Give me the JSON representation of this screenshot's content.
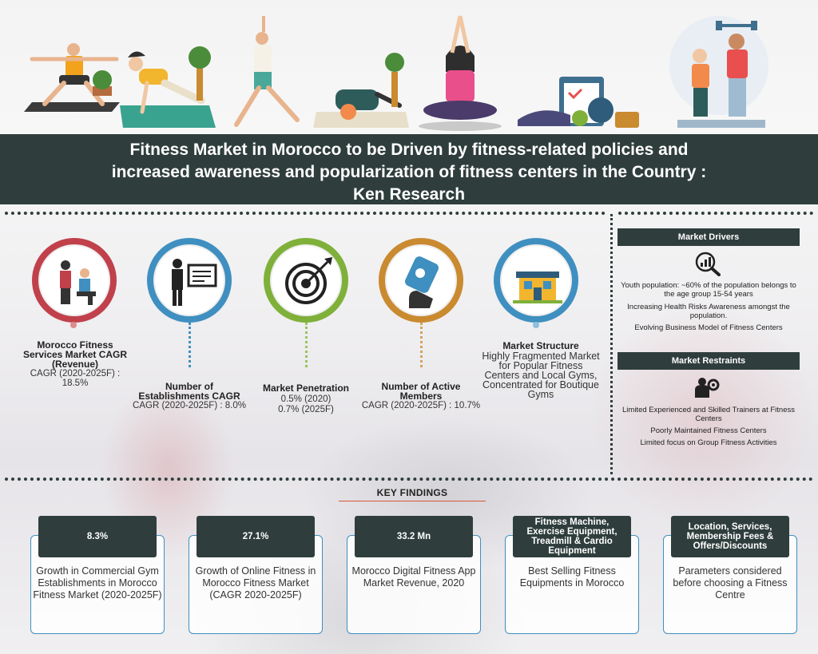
{
  "title": {
    "line1": "Fitness Market in Morocco to be Driven by fitness-related policies and",
    "line2": "increased awareness and popularization of fitness centers in the Country :",
    "line3": "Ken Research"
  },
  "stats": [
    {
      "title": "Morocco Fitness Services Market CAGR (Revenue)",
      "sub": "CAGR (2020-2025F) : 18.5%",
      "icon": "trainer-icon",
      "color": "#c0414b"
    },
    {
      "title": "Number of Establishments CAGR",
      "sub": "CAGR (2020-2025F) : 8.0%",
      "icon": "presentation-icon",
      "color": "#3f8fc0"
    },
    {
      "title": "Market Penetration",
      "sub1": "0.5% (2020)",
      "sub2": "0.7% (2025F)",
      "icon": "target-icon",
      "color": "#7fb03a"
    },
    {
      "title": "Number of Active Members",
      "sub": "CAGR (2020-2025F) : 10.7%",
      "icon": "member-card-icon",
      "color": "#c98a30"
    },
    {
      "title": "Market Structure",
      "sub": "Highly Fragmented Market for Popular Fitness Centers and Local Gyms, Concentrated for Boutique Gyms",
      "icon": "building-icon",
      "color": "#3f8fc0"
    }
  ],
  "drivers": {
    "heading": "Market Drivers",
    "icon": "magnifier-chart-icon",
    "items": [
      "Youth population: ~60% of the population belongs to the age group 15-54 years",
      "Increasing Health Risks Awareness amongst the population.",
      "Evolving Business Model of Fitness Centers"
    ]
  },
  "restraints": {
    "heading": "Market Restraints",
    "icon": "person-gear-icon",
    "items": [
      "Limited Experienced and Skilled Trainers at Fitness Centers",
      "Poorly Maintained Fitness Centers",
      "Limited focus on Group Fitness Activities"
    ]
  },
  "key_findings": {
    "heading": "KEY FINDINGS",
    "cards": [
      {
        "head": "8.3%",
        "body": "Growth in Commercial Gym Establishments in Morocco Fitness Market (2020-2025F)"
      },
      {
        "head": "27.1%",
        "body": "Growth of Online Fitness in Morocco Fitness Market (CAGR 2020-2025F)"
      },
      {
        "head": "33.2 Mn",
        "body": "Morocco Digital Fitness App Market Revenue, 2020"
      },
      {
        "head": "Fitness Machine, Exercise Equipment, Treadmill & Cardio Equipment",
        "body": "Best Selling Fitness Equipments in Morocco"
      },
      {
        "head": "Location, Services, Membership Fees & Offers/Discounts",
        "body": "Parameters considered before choosing a Fitness Centre"
      }
    ]
  }
}
